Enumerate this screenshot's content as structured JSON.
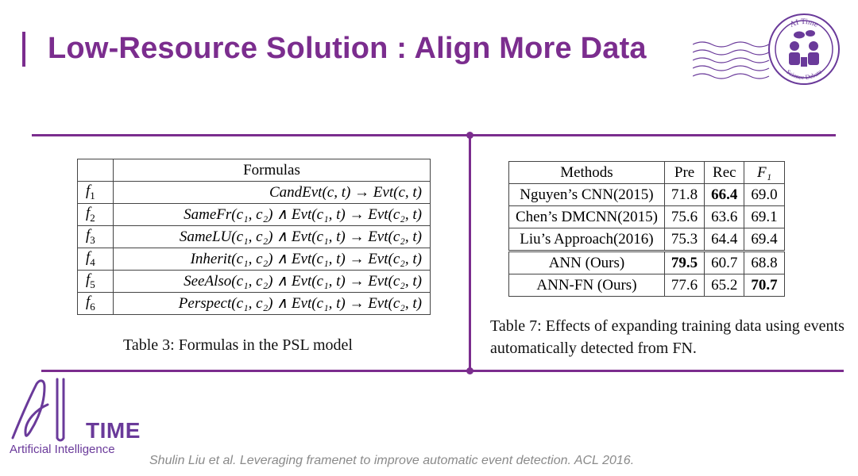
{
  "slide": {
    "title": "Low-Resource Solution : Align More Data"
  },
  "seal": {
    "top_text": "AI Time",
    "bottom_text": "Science Debate"
  },
  "table3": {
    "header": "Formulas",
    "rows": [
      {
        "f": "f",
        "sub": "1",
        "formula": "CandEvt(c, t) → Evt(c, t)"
      },
      {
        "f": "f",
        "sub": "2",
        "formula": "SameFr(c₁, c₂) ∧ Evt(c₁, t) → Evt(c₂, t)"
      },
      {
        "f": "f",
        "sub": "3",
        "formula": "SameLU(c₁, c₂) ∧ Evt(c₁, t) → Evt(c₂, t)"
      },
      {
        "f": "f",
        "sub": "4",
        "formula": "Inherit(c₁, c₂) ∧ Evt(c₁, t) → Evt(c₂, t)"
      },
      {
        "f": "f",
        "sub": "5",
        "formula": "SeeAlso(c₁, c₂) ∧ Evt(c₁, t) → Evt(c₂, t)"
      },
      {
        "f": "f",
        "sub": "6",
        "formula": "Perspect(c₁, c₂) ∧ Evt(c₁, t) → Evt(c₂, t)"
      }
    ],
    "caption": "Table 3: Formulas in the PSL model"
  },
  "table7": {
    "headers": [
      "Methods",
      "Pre",
      "Rec",
      "F₁"
    ],
    "rows": [
      {
        "method": "Nguyen’s CNN(2015)",
        "pre": "71.8",
        "rec": "66.4",
        "f1": "69.0"
      },
      {
        "method": "Chen’s DMCNN(2015)",
        "pre": "75.6",
        "rec": "63.6",
        "f1": "69.1"
      },
      {
        "method": "Liu’s Approach(2016)",
        "pre": "75.3",
        "rec": "64.4",
        "f1": "69.4"
      },
      {
        "method": "ANN (Ours)",
        "pre": "79.5",
        "rec": "60.7",
        "f1": "68.8"
      },
      {
        "method": "ANN-FN (Ours)",
        "pre": "77.6",
        "rec": "65.2",
        "f1": "70.7"
      }
    ],
    "caption": "Table 7: Effects of expanding training data using events automatically detected from FN."
  },
  "logo": {
    "word": "TIME",
    "subtitle": "Artificial Intelligence"
  },
  "citation": "Shulin Liu et al. Leveraging framenet to improve automatic event detection. ACL 2016.",
  "colors": {
    "accent": "#7b2d8e",
    "logo": "#6a3a9a",
    "citation": "#8a8a8a"
  }
}
